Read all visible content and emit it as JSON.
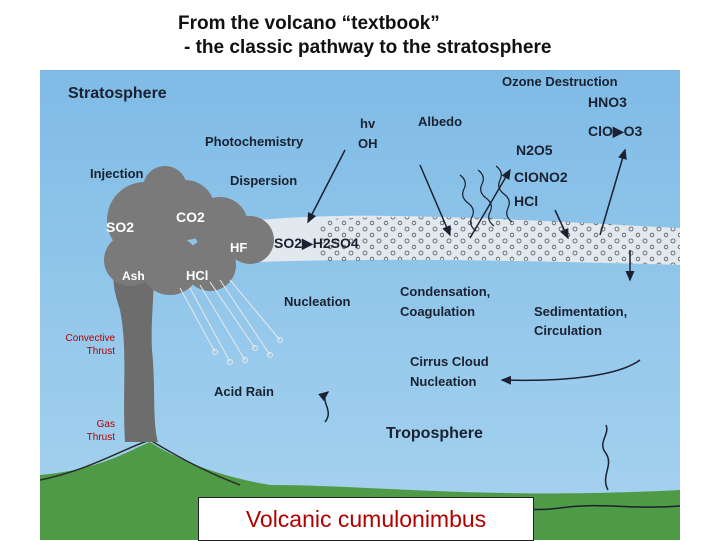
{
  "header": {
    "line1": "From the volcano “textbook”",
    "line2": "- the classic pathway to the stratosphere"
  },
  "diagram": {
    "stratosphere": "Stratosphere",
    "ozone_destruction": "Ozone Destruction",
    "hno3": "HNO3",
    "clo_o3": "ClO▶O3",
    "hv": "hv",
    "oh": "OH",
    "albedo": "Albedo",
    "photochemistry": "Photochemistry",
    "n2o5": "N2O5",
    "clono2": "ClONO2",
    "hcl_right": "HCl",
    "injection": "Injection",
    "dispersion": "Dispersion",
    "so2_cloud": "SO2",
    "co2": "CO2",
    "hf": "HF",
    "so2_h2so4": "SO2▶H2SO4",
    "ash": "Ash",
    "hcl_cloud": "HCl",
    "nucleation": "Nucleation",
    "condensation": "Condensation,",
    "coagulation": "Coagulation",
    "sedimentation": "Sedimentation,",
    "circulation": "Circulation",
    "cirrus_cloud": "Cirrus Cloud",
    "cirrus_nucleation": "Nucleation",
    "acid_rain": "Acid Rain",
    "troposphere": "Troposphere"
  },
  "side_labels": {
    "convective_1": "Convective",
    "convective_2": "Thrust",
    "gas_1": "Gas",
    "gas_2": "Thrust"
  },
  "caption": "Volcanic cumulonimbus",
  "colors": {
    "sky": "#8fc5ea",
    "ground": "#4f9a46",
    "plume": "#767676",
    "aerosol_band": "#e2e6ea",
    "text": "#1a2130",
    "caption_text": "#b00000"
  }
}
